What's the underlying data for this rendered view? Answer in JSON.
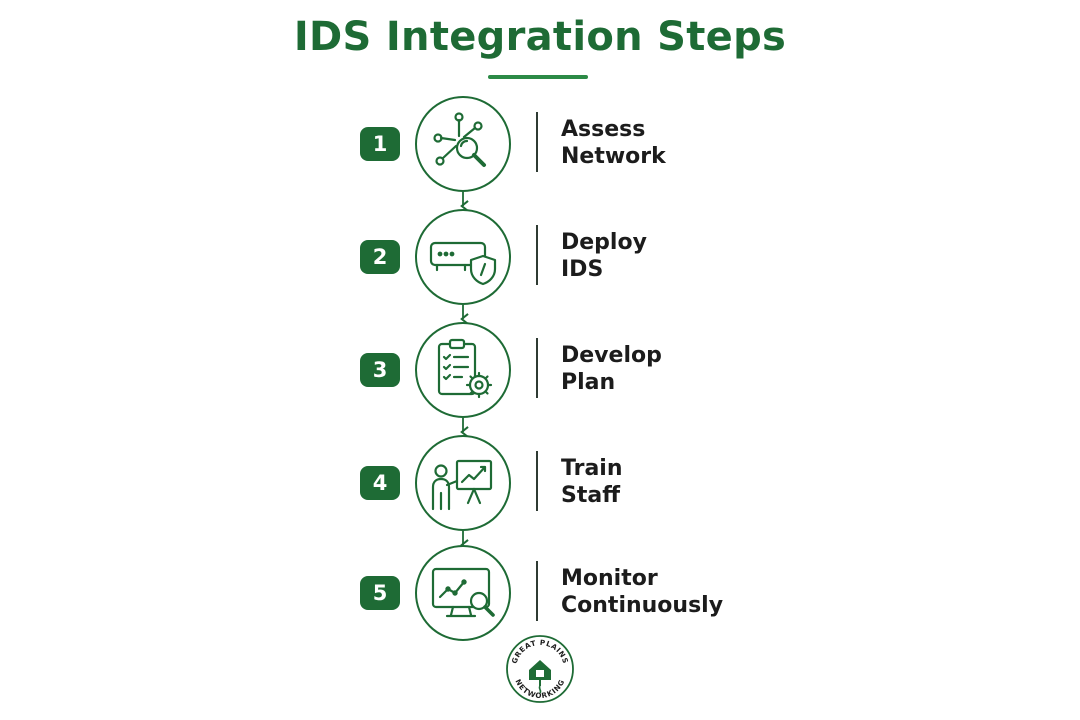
{
  "title": "IDS Integration Steps",
  "steps": [
    {
      "number": "1",
      "line1": "Assess",
      "line2": "Network",
      "icon": "network-search-icon"
    },
    {
      "number": "2",
      "line1": "Deploy",
      "line2": "IDS",
      "icon": "ids-device-shield-icon"
    },
    {
      "number": "3",
      "line1": "Develop",
      "line2": "Plan",
      "icon": "clipboard-checklist-gear-icon"
    },
    {
      "number": "4",
      "line1": "Train",
      "line2": "Staff",
      "icon": "presenter-chart-icon"
    },
    {
      "number": "5",
      "line1": "Monitor",
      "line2": "Continuously",
      "icon": "monitor-chart-search-icon"
    }
  ],
  "logo": {
    "top_text": "GREAT PLAINS",
    "bottom_text": "NETWORKING"
  },
  "colors": {
    "primary": "#1e6b35",
    "accent": "#2c8a46",
    "text": "#1c1c1c"
  }
}
